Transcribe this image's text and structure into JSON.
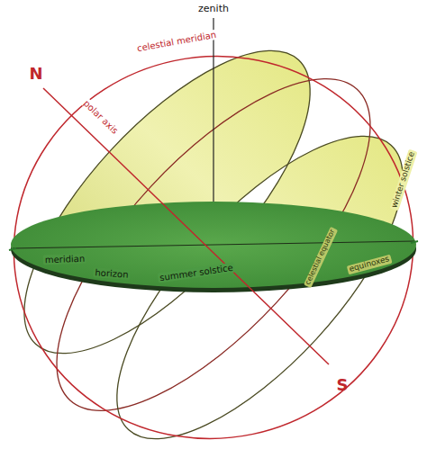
{
  "diagram": {
    "labels": [
      "zenith",
      "celestial meridian",
      "N",
      "polar axis",
      "meridian",
      "horizon",
      "summer solstice",
      "celestial equator",
      "equinoxes",
      "winter solstice",
      "S"
    ]
  }
}
